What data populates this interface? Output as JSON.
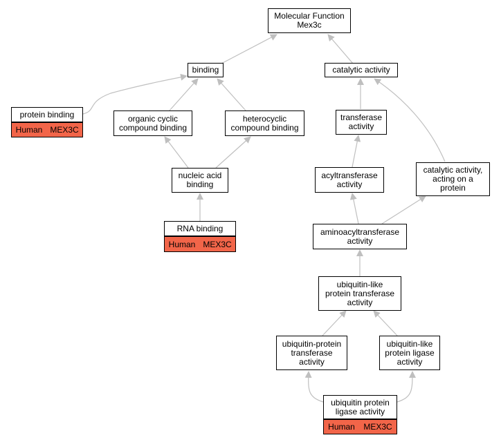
{
  "colors": {
    "edge": "#bfbfbf",
    "annotation_fill": "#f26549",
    "node_fill": "#ffffff",
    "border": "#000000"
  },
  "nodes": {
    "mf": [
      "Molecular Function",
      "Mex3c"
    ],
    "binding": [
      "binding"
    ],
    "catalytic": [
      "catalytic activity"
    ],
    "protein_binding": [
      "protein binding"
    ],
    "organic_cyclic": [
      "organic cyclic",
      "compound binding"
    ],
    "heterocyclic": [
      "heterocyclic",
      "compound binding"
    ],
    "transferase": [
      "transferase",
      "activity"
    ],
    "catalytic_protein": [
      "catalytic activity,",
      "acting on a",
      "protein"
    ],
    "nucleic_acid": [
      "nucleic acid",
      "binding"
    ],
    "acyltransferase": [
      "acyltransferase",
      "activity"
    ],
    "rna_binding": [
      "RNA binding"
    ],
    "aminoacyl": [
      "aminoacyltransferase",
      "activity"
    ],
    "ubl_transferase": [
      "ubiquitin-like",
      "protein transferase",
      "activity"
    ],
    "ubp_transferase": [
      "ubiquitin-protein",
      "transferase",
      "activity"
    ],
    "ubl_ligase": [
      "ubiquitin-like",
      "protein ligase",
      "activity"
    ],
    "ub_ligase": [
      "ubiquitin protein",
      "ligase activity"
    ]
  },
  "annotations": {
    "protein_binding": {
      "species": "Human",
      "gene": "MEX3C"
    },
    "rna_binding": {
      "species": "Human",
      "gene": "MEX3C"
    },
    "ub_ligase": {
      "species": "Human",
      "gene": "MEX3C"
    }
  }
}
